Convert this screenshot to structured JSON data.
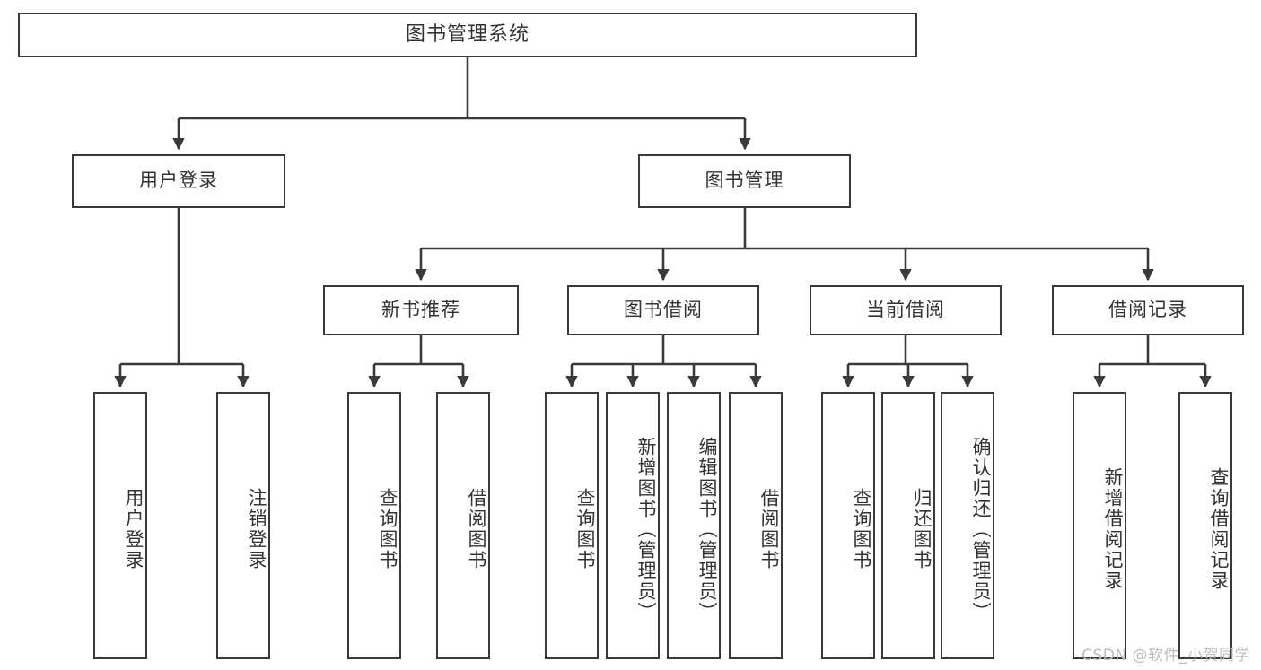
{
  "diagram": {
    "type": "tree",
    "title": "图书管理系统",
    "watermark": "CSDN @软件_小贺同学",
    "colors": {
      "box_border": "#3a3a3a",
      "box_fill": "#ffffff",
      "connector": "#3a3a3a",
      "text": "#333333",
      "watermark": "#bdbdbd",
      "background": "#ffffff"
    },
    "root": {
      "label": "图书管理系统"
    },
    "level2": [
      {
        "label": "用户登录"
      },
      {
        "label": "图书管理"
      }
    ],
    "level3": [
      {
        "label": "新书推荐"
      },
      {
        "label": "图书借阅"
      },
      {
        "label": "当前借阅"
      },
      {
        "label": "借阅记录"
      }
    ],
    "leaves": {
      "user_login": [
        {
          "label": "用户登录"
        },
        {
          "label": "注销登录"
        }
      ],
      "new_book_recommend": [
        {
          "label": "查询图书"
        },
        {
          "label": "借阅图书"
        }
      ],
      "book_borrow": [
        {
          "label": "查询图书"
        },
        {
          "label": "新增图书（管理员）"
        },
        {
          "label": "编辑图书（管理员）"
        },
        {
          "label": "借阅图书"
        }
      ],
      "current_borrow": [
        {
          "label": "查询图书"
        },
        {
          "label": "归还图书"
        },
        {
          "label": "确认归还（管理员）"
        }
      ],
      "borrow_record": [
        {
          "label": "新增借阅记录"
        },
        {
          "label": "查询借阅记录"
        }
      ]
    }
  }
}
